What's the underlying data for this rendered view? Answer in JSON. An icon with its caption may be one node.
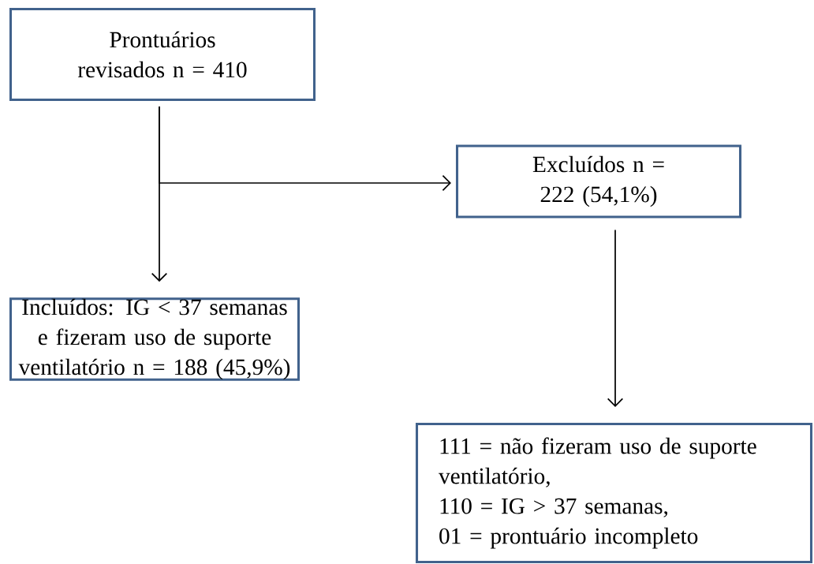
{
  "diagram": {
    "nodes": [
      {
        "text": [
          "Prontuários revisados n = 410"
        ]
      },
      {
        "text": [
          "Excluídos n = 222 (54,1%)"
        ]
      },
      {
        "text": [
          "Incluídos: IG < 37 semanas e fizeram uso de suporte ventilatório n = 188 (45,9%)"
        ]
      },
      {
        "text": [
          "111 = não fizeram uso de suporte ventilatório,",
          "110 = IG > 37 semanas,",
          "01 = prontuário incompleto"
        ]
      }
    ],
    "edges": [
      {
        "from": 0,
        "to": 2,
        "arrow": "to"
      },
      {
        "from": 0,
        "to": 1,
        "arrow": "to"
      },
      {
        "from": 1,
        "to": 3,
        "arrow": "to"
      }
    ]
  }
}
